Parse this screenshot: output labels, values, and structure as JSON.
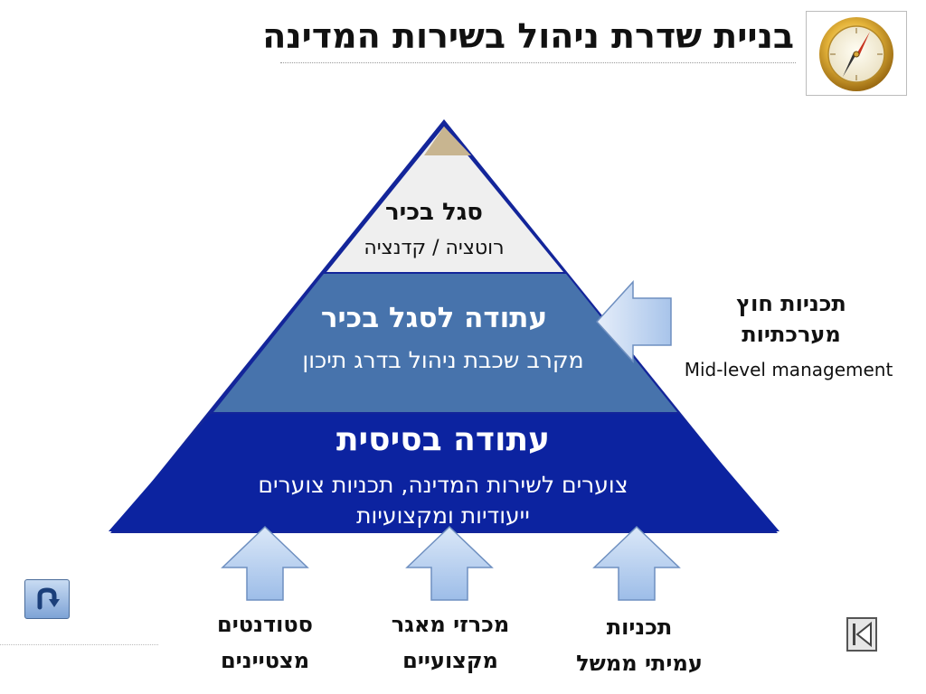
{
  "title": "בניית שדרת ניהול בשירות המדינה",
  "pyramid": {
    "top": {
      "title": "סגל בכיר",
      "subtitle": "רוטציה / קדנציה"
    },
    "middle": {
      "title": "עתודה לסגל בכיר",
      "subtitle": "מקרב שכבת ניהול בדרג תיכון"
    },
    "bottom": {
      "title": "עתודה בסיסית",
      "subtitle_line1": "צוערים לשירות המדינה, תכניות צוערים",
      "subtitle_line2": "ייעודיות ומקצועיות"
    }
  },
  "external": {
    "line1": "תכניות חוץ",
    "line2": "מערכתיות",
    "english": "Mid-level management"
  },
  "sources": [
    {
      "line1": "סטודנטים",
      "line2": "מצטיינים"
    },
    {
      "line1": "מכרזי מאגר",
      "line2": "מקצועיים"
    },
    {
      "line1": "תכניות",
      "line2": "עמיתי ממשל"
    }
  ],
  "icons": {
    "compass": "compass-icon",
    "back": "back-arrow-icon",
    "previous": "previous-slide-icon"
  },
  "colors": {
    "top_tier": "#efefef",
    "middle_tier": "#4773ac",
    "bottom_tier": "#0c23a0",
    "outline": "#13259a",
    "arrow": "#b5cff0"
  }
}
